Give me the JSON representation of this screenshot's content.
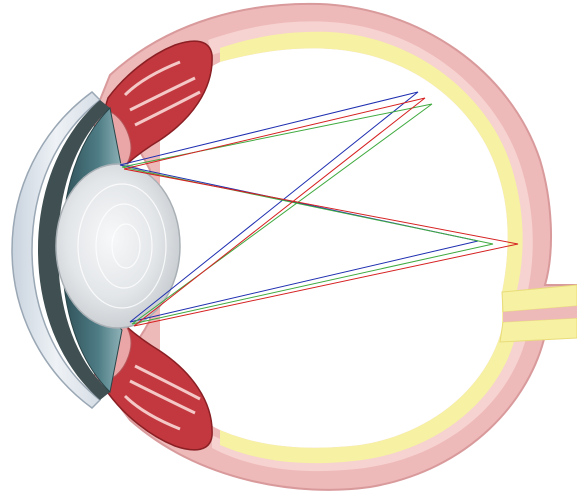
{
  "diagram": {
    "subject": "eye-cross-section",
    "labels": [],
    "colors": {
      "sclera": "#eeb9b9",
      "sclera_edge": "#d99a9c",
      "choroid": "#f6d3d0",
      "retina": "#f6f1a3",
      "vitreous": "#ffffff",
      "cornea": "#e3e9f0",
      "iris": "#3d6770",
      "iris_light": "#7aa4ab",
      "lens": "#e7eaec",
      "ciliary": "#c2383e",
      "optic_nerve": "#f6f1a3"
    },
    "rays": [
      {
        "color": "#1f2fb0",
        "name": "blue"
      },
      {
        "color": "#3faa3f",
        "name": "green"
      },
      {
        "color": "#d62020",
        "name": "red"
      }
    ]
  }
}
